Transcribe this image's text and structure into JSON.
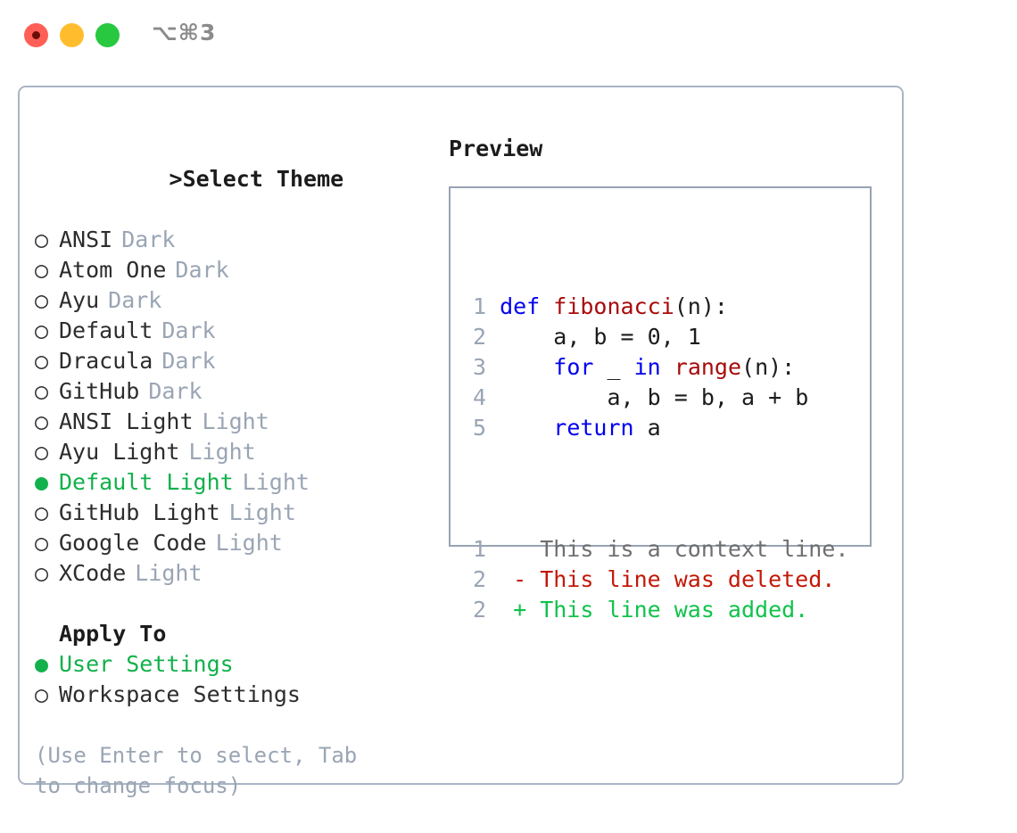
{
  "window": {
    "title": "⌥⌘3",
    "traffic_lights": [
      "close-button",
      "minimize-button",
      "maximize-button"
    ],
    "colors": {
      "close": "#ff5f57",
      "minimize": "#ffbd2e",
      "maximize": "#28c840",
      "border": "#aab4c4",
      "accent_green": "#11b14b",
      "muted": "#9aa5b4"
    }
  },
  "theme_picker": {
    "header": "Select Theme",
    "caret": ">",
    "marker_selected": "●",
    "marker_unselected": "○",
    "items": [
      {
        "name": "ANSI",
        "tag": "Dark",
        "selected": false
      },
      {
        "name": "Atom One",
        "tag": "Dark",
        "selected": false
      },
      {
        "name": "Ayu",
        "tag": "Dark",
        "selected": false
      },
      {
        "name": "Default",
        "tag": "Dark",
        "selected": false
      },
      {
        "name": "Dracula",
        "tag": "Dark",
        "selected": false
      },
      {
        "name": "GitHub",
        "tag": "Dark",
        "selected": false
      },
      {
        "name": "ANSI Light",
        "tag": "Light",
        "selected": false
      },
      {
        "name": "Ayu Light",
        "tag": "Light",
        "selected": false
      },
      {
        "name": "Default Light",
        "tag": "Light",
        "selected": true
      },
      {
        "name": "GitHub Light",
        "tag": "Light",
        "selected": false
      },
      {
        "name": "Google Code",
        "tag": "Light",
        "selected": false
      },
      {
        "name": "XCode",
        "tag": "Light",
        "selected": false
      }
    ]
  },
  "apply_to": {
    "header": "Apply To",
    "items": [
      {
        "name": "User Settings",
        "selected": true
      },
      {
        "name": "Workspace Settings",
        "selected": false
      }
    ]
  },
  "hint": "(Use Enter to select, Tab to change focus)",
  "preview": {
    "header": "Preview",
    "code_lines": [
      {
        "num": "1",
        "indent": "",
        "tokens": [
          {
            "t": "def",
            "c": "kw"
          },
          {
            "t": " ",
            "c": "txt"
          },
          {
            "t": "fibonacci",
            "c": "fn"
          },
          {
            "t": "(n):",
            "c": "txt"
          }
        ]
      },
      {
        "num": "2",
        "indent": "",
        "tokens": [
          {
            "t": "    a, b = 0, 1",
            "c": "txt"
          }
        ]
      },
      {
        "num": "3",
        "indent": "",
        "tokens": [
          {
            "t": "    ",
            "c": "txt"
          },
          {
            "t": "for",
            "c": "kw"
          },
          {
            "t": " _ ",
            "c": "txt"
          },
          {
            "t": "in",
            "c": "kw"
          },
          {
            "t": " ",
            "c": "txt"
          },
          {
            "t": "range",
            "c": "fn"
          },
          {
            "t": "(n):",
            "c": "txt"
          }
        ]
      },
      {
        "num": "4",
        "indent": "",
        "tokens": [
          {
            "t": "        a, b = b, a + b",
            "c": "txt"
          }
        ]
      },
      {
        "num": "5",
        "indent": "",
        "tokens": [
          {
            "t": "    ",
            "c": "txt"
          },
          {
            "t": "return",
            "c": "kw"
          },
          {
            "t": " a",
            "c": "txt"
          }
        ]
      }
    ],
    "diff_lines": [
      {
        "num": "1",
        "kind": "ctx",
        "text": "   This is a context line."
      },
      {
        "num": "2",
        "kind": "del",
        "text": " - This line was deleted."
      },
      {
        "num": "2",
        "kind": "add",
        "text": " + This line was added."
      }
    ]
  }
}
